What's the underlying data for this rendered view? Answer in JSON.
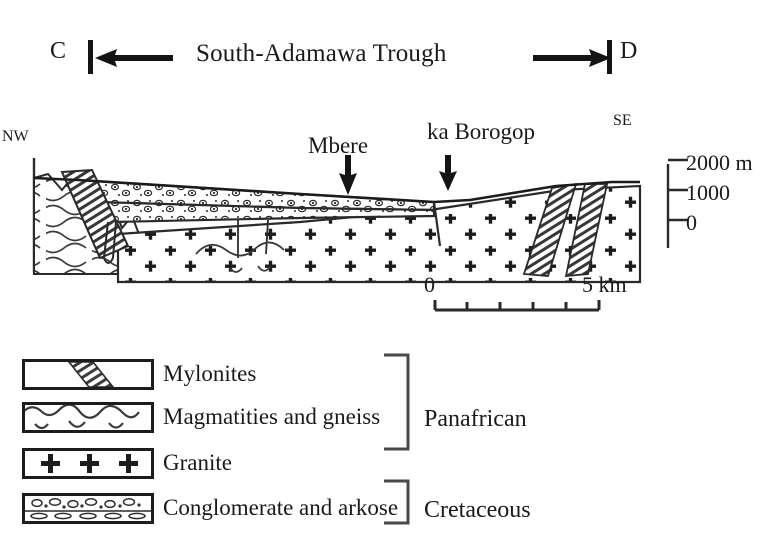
{
  "header": {
    "title": "South-Adamawa Trough",
    "left_marker": "C",
    "right_marker": "D",
    "left_arrow_icon": "arrow-left-icon",
    "right_arrow_icon": "arrow-right-icon"
  },
  "cross_section": {
    "orientation_left": "NW",
    "orientation_right": "SE",
    "annotations": [
      {
        "label": "Mbere",
        "marker": "down-arrow-icon"
      },
      {
        "label": "ka Borogop",
        "marker": "down-arrow-icon"
      }
    ],
    "elevation_axis": {
      "unit_label": "2000 m",
      "ticks": [
        "2000 m",
        "1000",
        "0"
      ],
      "values": [
        2000,
        1000,
        0
      ]
    },
    "distance_scale": {
      "start": "0",
      "end": "5 km",
      "divisions": 5
    }
  },
  "legend": {
    "items": [
      {
        "label": "Mylonites",
        "pattern": "diagonal-hatch",
        "group": "Panafrican"
      },
      {
        "label": "Magmatities and gneiss",
        "pattern": "wavy-gneiss",
        "group": "Panafrican"
      },
      {
        "label": "Granite",
        "pattern": "plus-symbols",
        "group": "Panafrican"
      },
      {
        "label": "Conglomerate and arkose",
        "pattern": "conglomerate-clasts",
        "group": "Cretaceous"
      }
    ],
    "groups": [
      {
        "label": "Panafrican"
      },
      {
        "label": "Cretaceous"
      }
    ]
  },
  "colors": {
    "ink": "#1a1a1a",
    "line": "#2a2a2a",
    "fill": "#ffffff"
  }
}
